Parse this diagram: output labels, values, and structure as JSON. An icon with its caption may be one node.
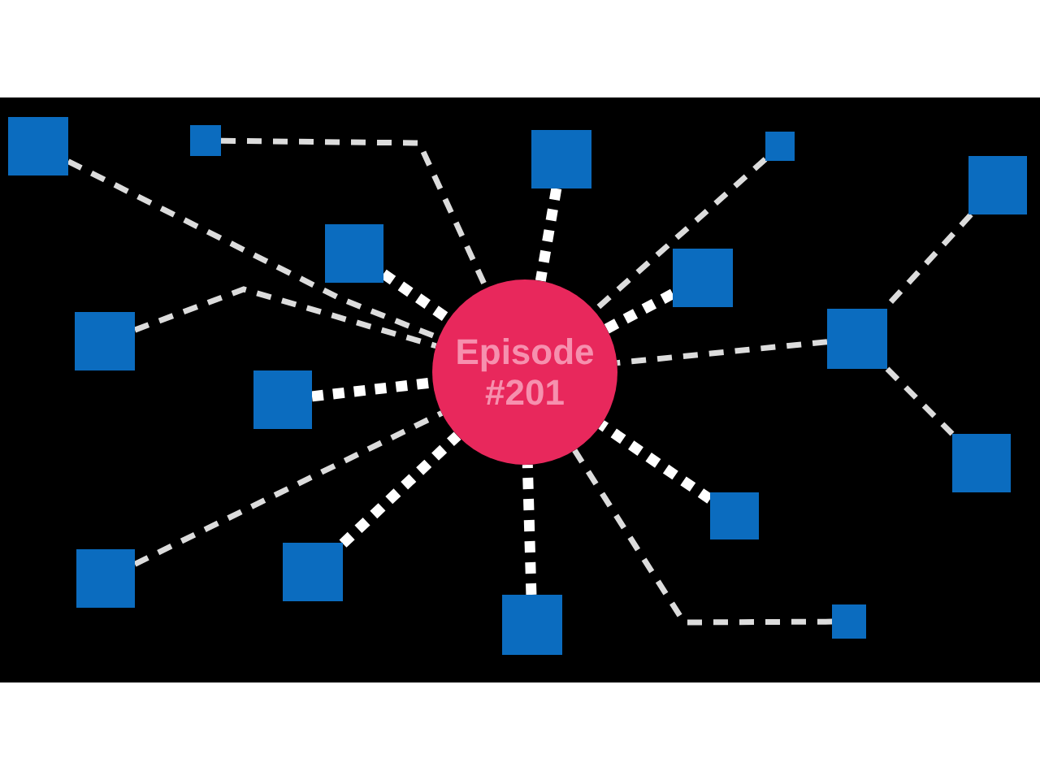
{
  "diagram": {
    "nodes": [
      {
        "text": [
          "Episode #201"
        ]
      },
      {
        "text": [],
        "shape": "square"
      },
      {
        "text": [],
        "shape": "square"
      },
      {
        "text": [],
        "shape": "square"
      },
      {
        "text": [],
        "shape": "square"
      },
      {
        "text": [],
        "shape": "square"
      },
      {
        "text": [],
        "shape": "square"
      },
      {
        "text": [],
        "shape": "square"
      },
      {
        "text": [],
        "shape": "square"
      },
      {
        "text": [],
        "shape": "square"
      },
      {
        "text": [],
        "shape": "square"
      },
      {
        "text": [],
        "shape": "square"
      },
      {
        "text": [],
        "shape": "square"
      },
      {
        "text": [],
        "shape": "square"
      },
      {
        "text": [],
        "shape": "square"
      },
      {
        "text": [],
        "shape": "square"
      },
      {
        "text": [],
        "shape": "square"
      }
    ],
    "edges": [
      {
        "from": 1,
        "to": 0,
        "arrow": "none",
        "style": "dashed"
      },
      {
        "from": 2,
        "to": 0,
        "arrow": "none",
        "style": "dashed"
      },
      {
        "from": 3,
        "to": 0,
        "arrow": "none",
        "style": "dashed"
      },
      {
        "from": 4,
        "to": 0,
        "arrow": "none",
        "style": "dashed"
      },
      {
        "from": 5,
        "to": 8,
        "arrow": "none",
        "style": "dashed"
      },
      {
        "from": 6,
        "to": 0,
        "arrow": "none",
        "style": "dashed"
      },
      {
        "from": 7,
        "to": 0,
        "arrow": "none",
        "style": "dashed"
      },
      {
        "from": 8,
        "to": 0,
        "arrow": "none",
        "style": "dashed"
      },
      {
        "from": 8,
        "to": 11,
        "arrow": "none",
        "style": "dashed"
      },
      {
        "from": 9,
        "to": 0,
        "arrow": "none",
        "style": "dashed"
      },
      {
        "from": 10,
        "to": 0,
        "arrow": "none",
        "style": "dashed"
      },
      {
        "from": 12,
        "to": 0,
        "arrow": "none",
        "style": "dashed"
      },
      {
        "from": 13,
        "to": 0,
        "arrow": "none",
        "style": "dashed"
      },
      {
        "from": 14,
        "to": 0,
        "arrow": "none",
        "style": "dashed"
      },
      {
        "from": 15,
        "to": 0,
        "arrow": "none",
        "style": "dashed"
      },
      {
        "from": 16,
        "to": 0,
        "arrow": "none",
        "style": "dashed"
      }
    ]
  }
}
